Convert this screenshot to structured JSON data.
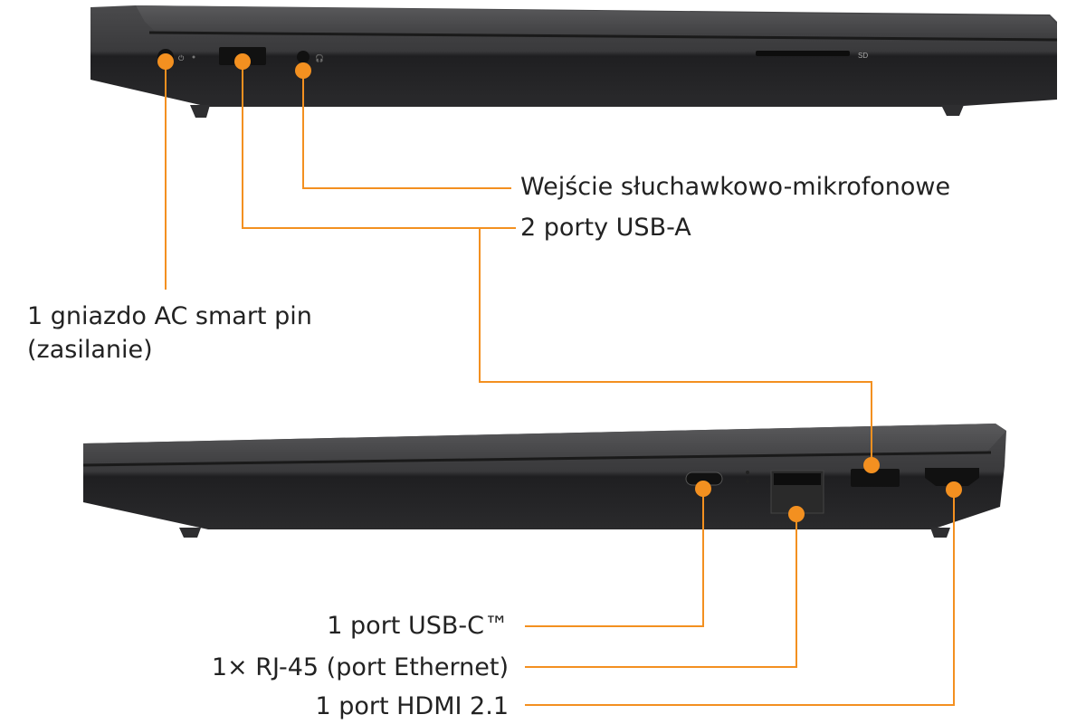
{
  "title": "Porty laptopa",
  "accent_color": "#f39020",
  "top_side": {
    "sd_label": "SD",
    "callouts": {
      "headphone": "Wejście słuchawkowo-mikrofonowe",
      "usb_a": "2 porty USB-A",
      "ac_line1": "1 gniazdo AC smart pin",
      "ac_line2": "(zasilanie)"
    }
  },
  "bottom_side": {
    "callouts": {
      "usb_c": "1 port USB-C™",
      "rj45": "1× RJ-45 (port Ethernet)",
      "hdmi": "1 port HDMI 2.1"
    }
  }
}
